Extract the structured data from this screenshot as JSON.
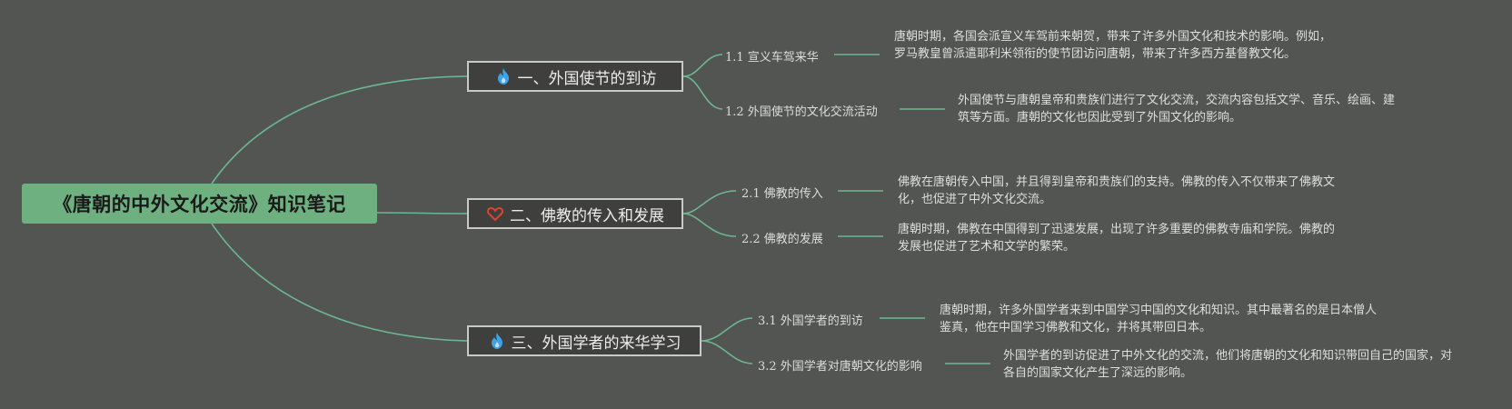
{
  "root": {
    "title": "《唐朝的中外文化交流》知识笔记"
  },
  "colors": {
    "background": "#535552",
    "root": "#6eb07f",
    "connector": "#6cb792"
  },
  "branches": [
    {
      "label": "一、外国使节的到访",
      "icon": "fire-icon",
      "topics": [
        {
          "label": "1.1 宣义车驾来华",
          "text": "唐朝时期，各国会派宣义车驾前来朝贺，带来了许多外国文化和技术的影响。例如，罗马教皇曾派遣耶利米领衔的使节团访问唐朝，带来了许多西方基督教文化。"
        },
        {
          "label": "1.2 外国使节的文化交流活动",
          "text": "外国使节与唐朝皇帝和贵族们进行了文化交流，交流内容包括文学、音乐、绘画、建筑等方面。唐朝的文化也因此受到了外国文化的影响。"
        }
      ]
    },
    {
      "label": "二、佛教的传入和发展",
      "icon": "heart-icon",
      "topics": [
        {
          "label": "2.1 佛教的传入",
          "text": "佛教在唐朝传入中国，并且得到皇帝和贵族们的支持。佛教的传入不仅带来了佛教文化，也促进了中外文化交流。"
        },
        {
          "label": "2.2 佛教的发展",
          "text": "唐朝时期，佛教在中国得到了迅速发展，出现了许多重要的佛教寺庙和学院。佛教的发展也促进了艺术和文学的繁荣。"
        }
      ]
    },
    {
      "label": "三、外国学者的来华学习",
      "icon": "fire-icon",
      "topics": [
        {
          "label": "3.1 外国学者的到访",
          "text": "唐朝时期，许多外国学者来到中国学习中国的文化和知识。其中最著名的是日本僧人鉴真，他在中国学习佛教和文化，并将其带回日本。"
        },
        {
          "label": "3.2 外国学者对唐朝文化的影响",
          "text": "外国学者的到访促进了中外文化的交流，他们将唐朝的文化和知识带回自己的国家，对各自的国家文化产生了深远的影响。"
        }
      ]
    }
  ]
}
